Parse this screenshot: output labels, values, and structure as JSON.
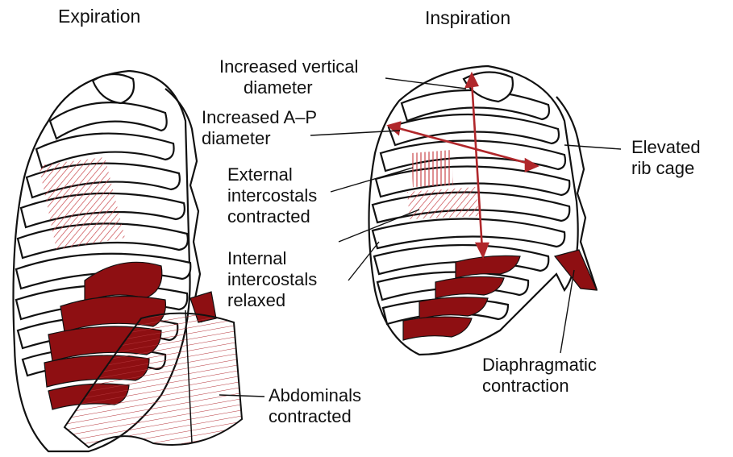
{
  "headings": {
    "expiration": "Expiration",
    "inspiration": "Inspiration"
  },
  "labels": {
    "vertical_1": "Increased vertical",
    "vertical_2": "diameter",
    "ap_1": "Increased A–P",
    "ap_2": "diameter",
    "ext_1": "External",
    "ext_2": "intercostals",
    "ext_3": "contracted",
    "int_1": "Internal",
    "int_2": "intercostals",
    "int_3": "relaxed",
    "elevated_1": "Elevated",
    "elevated_2": "rib cage",
    "diaphragm_1": "Diaphragmatic",
    "diaphragm_2": "contraction",
    "abdominals_1": "Abdominals",
    "abdominals_2": "contracted"
  },
  "colors": {
    "muscle": "#8e0f12",
    "arrow": "#b0272b",
    "hatch": "#c9454a",
    "outline": "#111111"
  }
}
